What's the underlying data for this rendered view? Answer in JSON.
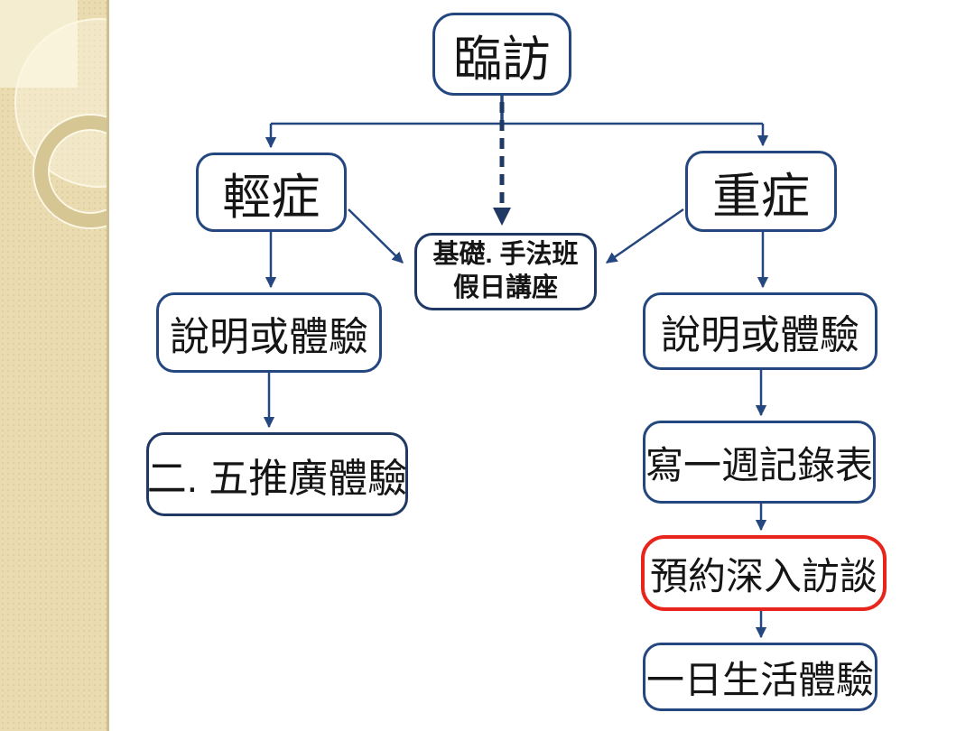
{
  "diagram": {
    "nodes": {
      "visit": {
        "label": "臨訪"
      },
      "mild": {
        "label": "輕症"
      },
      "severe": {
        "label": "重症"
      },
      "course": {
        "line1": "基礎. 手法班",
        "line2": "假日講座"
      },
      "mild_intro": {
        "label": "說明或體驗"
      },
      "mild_promo": {
        "label": "二. 五推廣體驗"
      },
      "severe_intro": {
        "label": "說明或體驗"
      },
      "severe_record": {
        "label": "寫一週記錄表"
      },
      "severe_interview": {
        "label": "預約深入訪談"
      },
      "severe_oneday": {
        "label": "一日生活體驗"
      }
    },
    "colors": {
      "node_border": "#24477F",
      "connector": "#24477F",
      "dashed_connector": "#1F3864",
      "highlight_border": "#E8251C",
      "text": "#151515",
      "sidebar_base": "#EADCB0",
      "sidebar_light": "#F5EDCF",
      "sidebar_ring": "#D5C694",
      "background": "#FFFFFF"
    }
  }
}
